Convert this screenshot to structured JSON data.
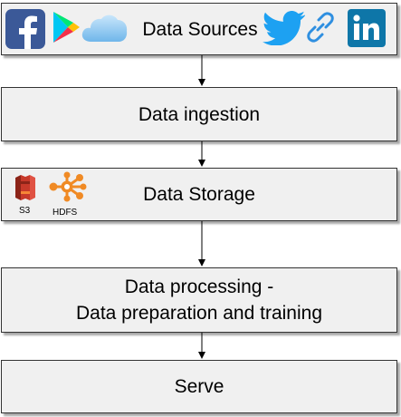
{
  "nodes": {
    "sources": {
      "label": "Data Sources"
    },
    "ingestion": {
      "label": "Data ingestion"
    },
    "storage": {
      "label": "Data Storage",
      "s3_caption": "S3",
      "hdfs_caption": "HDFS"
    },
    "processing": {
      "label_line1": "Data processing -",
      "label_line2": "Data preparation and training"
    },
    "serve": {
      "label": "Serve"
    }
  },
  "icons": {
    "facebook": "facebook-icon",
    "google_play": "google-play-icon",
    "cloud": "cloud-icon",
    "twitter": "twitter-icon",
    "link": "link-icon",
    "linkedin": "linkedin-icon",
    "s3": "amazon-s3-icon",
    "hdfs": "hdfs-icon"
  },
  "colors": {
    "box_fill": "#f0f0f0",
    "facebook": "#3b5998",
    "linkedin": "#0e76a8",
    "twitter": "#1da1f2",
    "cloud": "#7ec0ee",
    "s3": "#c7392a",
    "hdfs": "#f08a24"
  }
}
